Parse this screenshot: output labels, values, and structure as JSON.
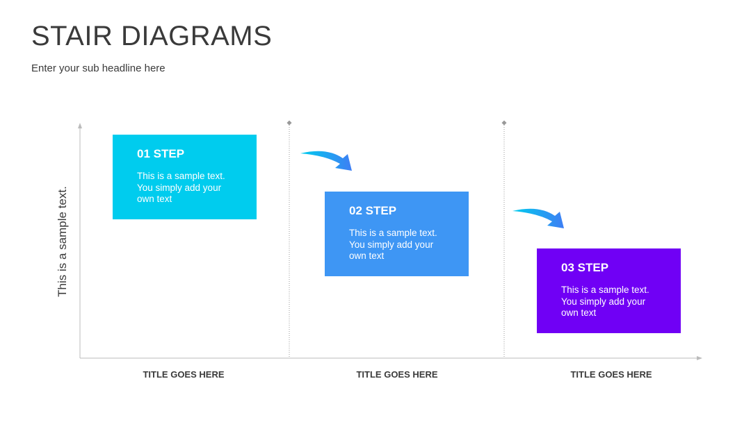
{
  "title": "STAIR DIAGRAMS",
  "subtitle": "Enter your sub headline here",
  "y_axis_label": "This is a sample text.",
  "steps": [
    {
      "label": "01 STEP",
      "text": "This is a sample text. You simply add your own text",
      "color": "#00CCEE"
    },
    {
      "label": "02 STEP",
      "text": "This is a sample text. You simply add your own text",
      "color": "#3E96F4"
    },
    {
      "label": "03 STEP",
      "text": "This is a sample text. You simply add your own text",
      "color": "#7000F5"
    }
  ],
  "columns": [
    {
      "title": "TITLE GOES HERE"
    },
    {
      "title": "TITLE GOES HERE"
    },
    {
      "title": "TITLE GOES HERE"
    }
  ],
  "colors": {
    "text": "#3A3A3A",
    "axis": "#BBBBBB",
    "arrow": "#1AA6F0"
  }
}
